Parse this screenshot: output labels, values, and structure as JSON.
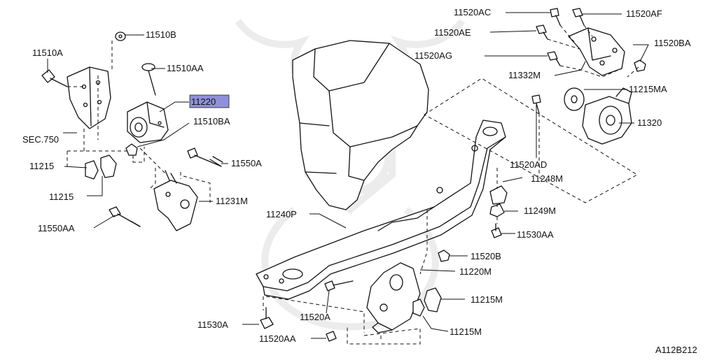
{
  "diagram_id": "A112B212",
  "highlight_color": "#8f90d8",
  "callouts": [
    {
      "id": "c-11510b",
      "text": "11510B"
    },
    {
      "id": "c-11510a",
      "text": "11510A"
    },
    {
      "id": "c-11510aa",
      "text": "11510AA"
    },
    {
      "id": "c-11220",
      "text": "11220",
      "highlighted": true
    },
    {
      "id": "c-sec750",
      "text": "SEC.750"
    },
    {
      "id": "c-11510ba",
      "text": "11510BA"
    },
    {
      "id": "c-11215-a",
      "text": "11215"
    },
    {
      "id": "c-11215-b",
      "text": "11215"
    },
    {
      "id": "c-11550a",
      "text": "11550A"
    },
    {
      "id": "c-11231m",
      "text": "11231M"
    },
    {
      "id": "c-11550aa",
      "text": "11550AA"
    },
    {
      "id": "c-11240p",
      "text": "11240P"
    },
    {
      "id": "c-11520ac",
      "text": "11520AC"
    },
    {
      "id": "c-11520af",
      "text": "11520AF"
    },
    {
      "id": "c-11520ae",
      "text": "11520AE"
    },
    {
      "id": "c-11520ba",
      "text": "11520BA"
    },
    {
      "id": "c-11520ag",
      "text": "11520AG"
    },
    {
      "id": "c-11332m",
      "text": "11332M"
    },
    {
      "id": "c-11215ma",
      "text": "11215MA"
    },
    {
      "id": "c-11320",
      "text": "11320"
    },
    {
      "id": "c-11520ad",
      "text": "11520AD"
    },
    {
      "id": "c-11248m",
      "text": "11248M"
    },
    {
      "id": "c-11249m",
      "text": "11249M"
    },
    {
      "id": "c-11530aa",
      "text": "11530AA"
    },
    {
      "id": "c-11520b",
      "text": "11520B"
    },
    {
      "id": "c-11220m",
      "text": "11220M"
    },
    {
      "id": "c-11215m-a",
      "text": "11215M"
    },
    {
      "id": "c-11215m-b",
      "text": "11215M"
    },
    {
      "id": "c-11530a",
      "text": "11530A"
    },
    {
      "id": "c-11520a",
      "text": "11520A"
    },
    {
      "id": "c-11520aa",
      "text": "11520AA"
    }
  ]
}
